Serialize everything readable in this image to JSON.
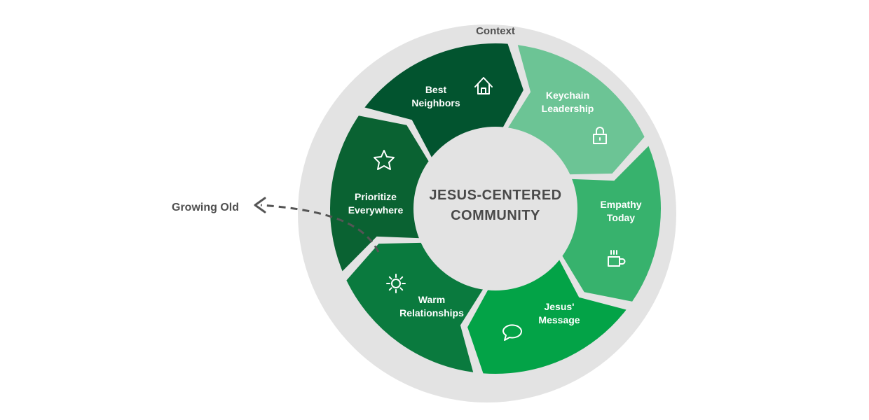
{
  "context_label": "Context",
  "center": {
    "line1": "JESUS-CENTERED",
    "line2": "COMMUNITY"
  },
  "side_note": "Growing Old",
  "colors": {
    "outer_ring": "#e3e3e3",
    "center_disc": "#e3e3e3",
    "text_dark": "#4a4a4a",
    "arrow": "#555555"
  },
  "segments": [
    {
      "name": "best-neighbors",
      "lines": [
        "Best",
        "Neighbors"
      ],
      "icon": "house-icon",
      "color": "#02542f"
    },
    {
      "name": "keychain-leadership",
      "lines": [
        "Keychain",
        "Leadership"
      ],
      "icon": "lock-icon",
      "color": "#6cc495"
    },
    {
      "name": "empathy-today",
      "lines": [
        "Empathy",
        "Today"
      ],
      "icon": "coffee-cup-icon",
      "color": "#37b26d"
    },
    {
      "name": "jesus-message",
      "lines": [
        "Jesus'",
        "Message"
      ],
      "icon": "speech-bubble-icon",
      "color": "#03a347"
    },
    {
      "name": "warm-relationships",
      "lines": [
        "Warm",
        "Relationships"
      ],
      "icon": "sun-icon",
      "color": "#0a7a3e"
    },
    {
      "name": "prioritize-everywhere",
      "lines": [
        "Prioritize",
        "Everywhere"
      ],
      "icon": "star-icon",
      "color": "#0a6232"
    }
  ]
}
